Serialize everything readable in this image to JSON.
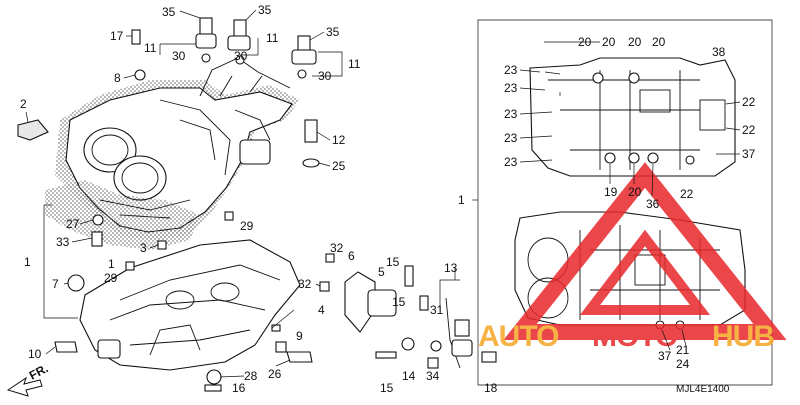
{
  "diagram_code": "MJL4E1400",
  "direction_label": "FR.",
  "watermark": {
    "word_a": "AUTO",
    "word_b": "MOTO",
    "word_c": "HUB",
    "color_red": "#e8282b",
    "color_orange": "#f5a623"
  },
  "callouts": [
    {
      "id": "c35a",
      "text": "35"
    },
    {
      "id": "c35b",
      "text": "35"
    },
    {
      "id": "c35c",
      "text": "35"
    },
    {
      "id": "c17",
      "text": "17"
    },
    {
      "id": "c11a",
      "text": "11"
    },
    {
      "id": "c11b",
      "text": "11"
    },
    {
      "id": "c11c",
      "text": "11"
    },
    {
      "id": "c30a",
      "text": "30"
    },
    {
      "id": "c30b",
      "text": "30"
    },
    {
      "id": "c30c",
      "text": "30"
    },
    {
      "id": "c8",
      "text": "8"
    },
    {
      "id": "c2",
      "text": "2"
    },
    {
      "id": "c12",
      "text": "12"
    },
    {
      "id": "c25",
      "text": "25"
    },
    {
      "id": "c1a",
      "text": "1"
    },
    {
      "id": "c27",
      "text": "27"
    },
    {
      "id": "c33",
      "text": "33"
    },
    {
      "id": "c29a",
      "text": "29"
    },
    {
      "id": "c3",
      "text": "3"
    },
    {
      "id": "c1b",
      "text": "1"
    },
    {
      "id": "c29b",
      "text": "29"
    },
    {
      "id": "c7",
      "text": "7"
    },
    {
      "id": "c32a",
      "text": "32"
    },
    {
      "id": "c32b",
      "text": "32"
    },
    {
      "id": "c6",
      "text": "6"
    },
    {
      "id": "c5",
      "text": "5"
    },
    {
      "id": "c15a",
      "text": "15"
    },
    {
      "id": "c15b",
      "text": "15"
    },
    {
      "id": "c15c",
      "text": "15"
    },
    {
      "id": "c13",
      "text": "13"
    },
    {
      "id": "c31",
      "text": "31"
    },
    {
      "id": "c4",
      "text": "4"
    },
    {
      "id": "c9",
      "text": "9"
    },
    {
      "id": "c10",
      "text": "10"
    },
    {
      "id": "c26",
      "text": "26"
    },
    {
      "id": "c28",
      "text": "28"
    },
    {
      "id": "c16",
      "text": "16"
    },
    {
      "id": "c14",
      "text": "14"
    },
    {
      "id": "c34",
      "text": "34"
    },
    {
      "id": "c18",
      "text": "18"
    },
    {
      "id": "c1c",
      "text": "1"
    },
    {
      "id": "c20a",
      "text": "20"
    },
    {
      "id": "c20b",
      "text": "20"
    },
    {
      "id": "c20c",
      "text": "20"
    },
    {
      "id": "c20d",
      "text": "20"
    },
    {
      "id": "c38",
      "text": "38"
    },
    {
      "id": "c23a",
      "text": "23"
    },
    {
      "id": "c23b",
      "text": "23"
    },
    {
      "id": "c23c",
      "text": "23"
    },
    {
      "id": "c23d",
      "text": "23"
    },
    {
      "id": "c23e",
      "text": "23"
    },
    {
      "id": "c22a",
      "text": "22"
    },
    {
      "id": "c22b",
      "text": "22"
    },
    {
      "id": "c22c",
      "text": "22"
    },
    {
      "id": "c37a",
      "text": "37"
    },
    {
      "id": "c19",
      "text": "19"
    },
    {
      "id": "c20e",
      "text": "20"
    },
    {
      "id": "c36",
      "text": "36"
    },
    {
      "id": "c37b",
      "text": "37"
    },
    {
      "id": "c21",
      "text": "21"
    },
    {
      "id": "c24",
      "text": "24"
    }
  ]
}
